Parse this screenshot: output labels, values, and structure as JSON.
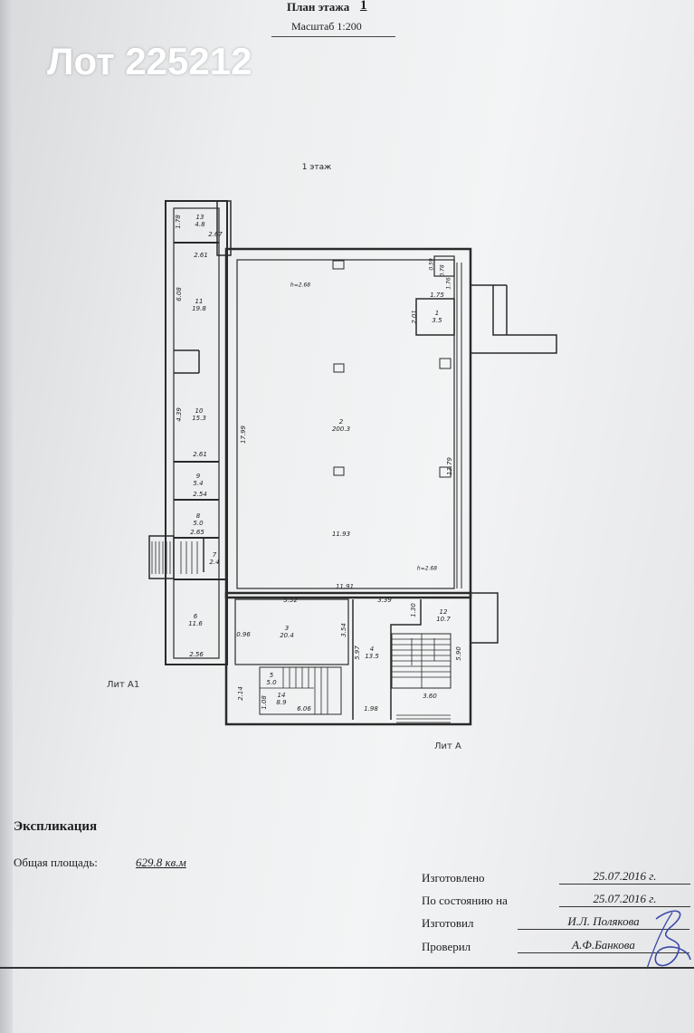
{
  "header": {
    "title": "План этажа",
    "floor_number": "1",
    "scale": "Масштаб 1:200"
  },
  "watermark": "Лот 225212",
  "plan": {
    "floor_label": "1 этаж",
    "rooms": [
      {
        "num": "13",
        "area": "4.8"
      },
      {
        "num": "11",
        "area": "19.8"
      },
      {
        "num": "10",
        "area": "15.3"
      },
      {
        "num": "9",
        "area": "5.4"
      },
      {
        "num": "8",
        "area": "5.0"
      },
      {
        "num": "7",
        "area": "2.4"
      },
      {
        "num": "6",
        "area": "11.6"
      },
      {
        "num": "2",
        "area": "200.3"
      },
      {
        "num": "1",
        "area": "3.5"
      },
      {
        "num": "3",
        "area": "20.4"
      },
      {
        "num": "4",
        "area": "13.5"
      },
      {
        "num": "12",
        "area": "10.7"
      },
      {
        "num": "5",
        "area": "5.0"
      },
      {
        "num": "14",
        "area": "8.9"
      }
    ],
    "dims": [
      "1.78",
      "2.67",
      "2.61",
      "6.08",
      "4.39",
      "2.61",
      "2.54",
      "2.65",
      "2.56",
      "17.99",
      "11.93",
      "h=2.68",
      "h=2.68",
      "11.91",
      "13.79",
      "2.01",
      "1.75",
      "0.59",
      "0.78",
      "1.76",
      "5.52",
      "0.96",
      "3.54",
      "5.97",
      "3.39",
      "1.30",
      "5.90",
      "3.60",
      "1.98",
      "6.06",
      "1.08",
      "2.14"
    ],
    "lit_a1": "Лит А1",
    "lit_a": "Лит А"
  },
  "explication": {
    "title": "Экспликация",
    "total_area_label": "Общая площадь:",
    "total_area_value": "629.8 кв.м"
  },
  "signoff": {
    "made_label": "Изготовлено",
    "made_value": "25.07.2016 г.",
    "state_label": "По состоянию на",
    "state_value": "25.07.2016 г.",
    "maker_label": "Изготовил",
    "maker_value": "И.Л. Полякова",
    "checker_label": "Проверил",
    "checker_value": "А.Ф.Банкова"
  }
}
